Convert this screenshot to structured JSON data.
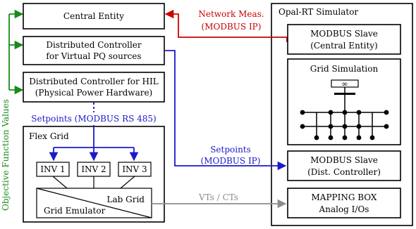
{
  "colors": {
    "red": "#cc0000",
    "blue": "#1a1acc",
    "green": "#1a8a1a",
    "gray": "#8c8c8c",
    "black": "#000000"
  },
  "central_entity": "Central Entity",
  "dist_controller_pq": {
    "line1": "Distributed Controller",
    "line2": "for Virtual PQ sources"
  },
  "dist_controller_hil": {
    "line1": "Distributed Controller for HIL",
    "line2": "(Physical Power Hardware)"
  },
  "objective_function_label": "Objective Function Values",
  "setpoints_rs485": "Setpoints (MODBUS RS 485)",
  "flex_grid": {
    "title": "Flex Grid",
    "inverters": [
      "INV 1",
      "INV 2",
      "INV 3"
    ],
    "lab_grid": "Lab Grid",
    "grid_emulator": "Grid Emulator"
  },
  "opal_rt": {
    "title": "Opal-RT Simulator",
    "modbus_slave_central": {
      "line1": "MODBUS Slave",
      "line2": "(Central Entity)"
    },
    "grid_simulation": "Grid Simulation",
    "infinity_symbol": "∞",
    "modbus_slave_dist": {
      "line1": "MODBUS Slave",
      "line2": "(Dist. Controller)"
    },
    "mapping_box": {
      "line1": "MAPPING BOX",
      "line2": "Analog I/Os"
    }
  },
  "network_meas": {
    "line1": "Network Meas.",
    "line2": "(MODBUS IP)"
  },
  "setpoints_ip": {
    "line1": "Setpoints",
    "line2": "(MODBUS IP)"
  },
  "vts_cts": "VTs / CTs"
}
